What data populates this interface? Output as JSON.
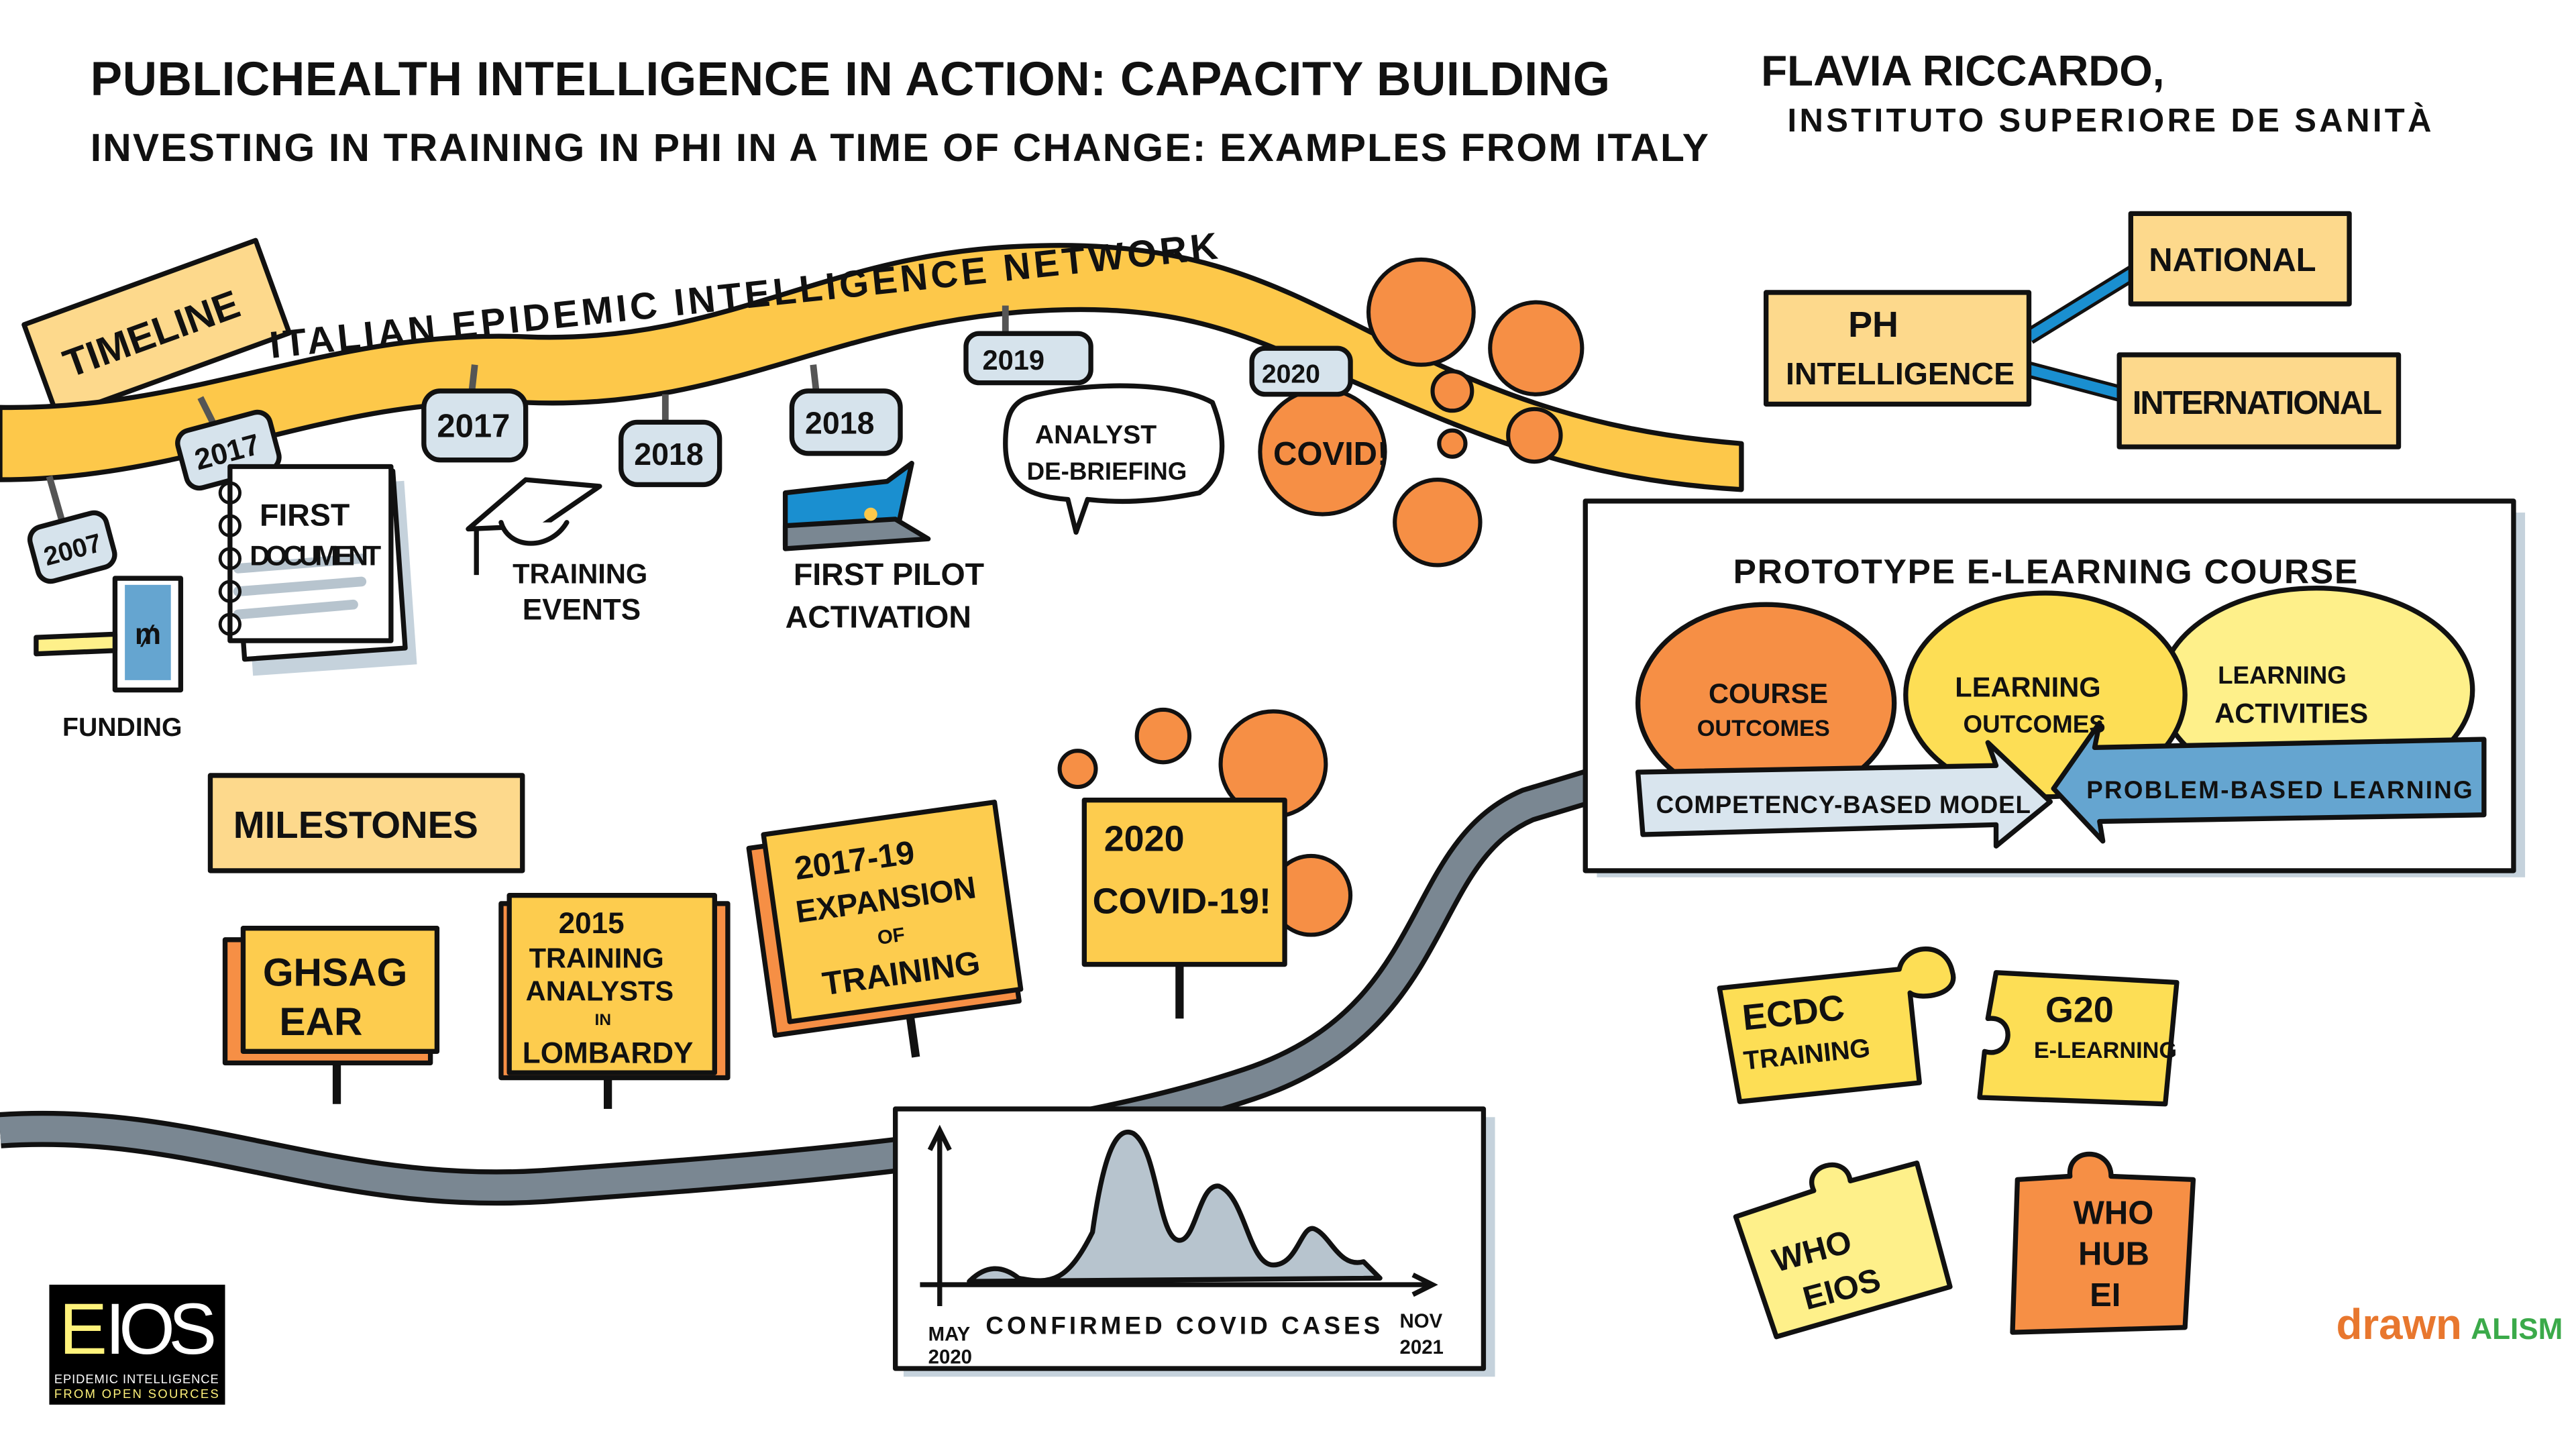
{
  "header": {
    "title_line1": "PUBLICHEALTH INTELLIGENCE IN ACTION: CAPACITY BUILDING",
    "title_line2": "INVESTING IN TRAINING IN PHI IN A TIME OF CHANGE: EXAMPLES FROM ITALY",
    "author": "FLAVIA RICCARDO,",
    "institution": "INSTITUTO SUPERIORE DE SANITÀ"
  },
  "timeline": {
    "banner": "TIMELINE",
    "ribbon": "ITALIAN EPIDEMIC INTELLIGENCE NETWORK",
    "years": [
      "2007",
      "2017",
      "2017",
      "2018",
      "2018",
      "2019",
      "2020"
    ],
    "events": {
      "funding": "FUNDING",
      "first_document": [
        "FIRST",
        "DOCUMENT"
      ],
      "training_events": [
        "TRAINING",
        "EVENTS"
      ],
      "first_pilot": [
        "FIRST PILOT",
        "ACTIVATION"
      ],
      "analyst": [
        "ANALYST",
        "DE-BRIEFING"
      ],
      "covid": "COVID!"
    }
  },
  "ph": {
    "center": [
      "PH",
      "INTELLIGENCE"
    ],
    "national": "NATIONAL",
    "international": "INTERNATIONAL"
  },
  "prototype": {
    "title": "PROTOTYPE E-LEARNING COURSE",
    "circles": [
      [
        "COURSE",
        "OUTCOMES"
      ],
      [
        "LEARNING",
        "OUTCOMES"
      ],
      [
        "LEARNING",
        "ACTIVITIES"
      ]
    ],
    "arrow_left": "COMPETENCY-BASED MODEL",
    "arrow_right": "PROBLEM-BASED LEARNING"
  },
  "milestones": {
    "label": "MILESTONES",
    "signs": [
      [
        "GHSAG",
        "EAR"
      ],
      [
        "2015",
        "TRAINING",
        "ANALYSTS",
        "IN",
        "LOMBARDY"
      ],
      [
        "2017-19",
        "EXPANSION",
        "OF",
        "TRAINING"
      ],
      [
        "2020",
        "COVID-19!"
      ]
    ]
  },
  "cases_chart": {
    "caption": "CONFIRMED COVID CASES",
    "start": [
      "MAY",
      "2020"
    ],
    "end": [
      "NOV",
      "2021"
    ]
  },
  "puzzles": [
    [
      "ECDC",
      "TRAINING"
    ],
    [
      "G20",
      "E-LEARNING"
    ],
    [
      "WHO",
      "EIOS"
    ],
    [
      "WHO",
      "HUB",
      "EI"
    ]
  ],
  "logos": {
    "eios_e": "E",
    "eios_ios": "IOS",
    "eios_line1": "EPIDEMIC INTELLIGENCE",
    "eios_line2": "FROM OPEN SOURCES",
    "drawnalism_a": "drawn",
    "drawnalism_b": "ALISM"
  },
  "colors": {
    "ribbon": "#FDC84A",
    "banner": "#FDD98C",
    "tag": "#D6E3EC",
    "orange": "#F68F45",
    "yellow": "#FDDE55",
    "light_yellow": "#FEF08A",
    "blue": "#65A5D0",
    "light_blue": "#D9E5EE",
    "road": "#7A8792",
    "sign": "#FDCC4E",
    "sign_side": "#F68F45"
  }
}
